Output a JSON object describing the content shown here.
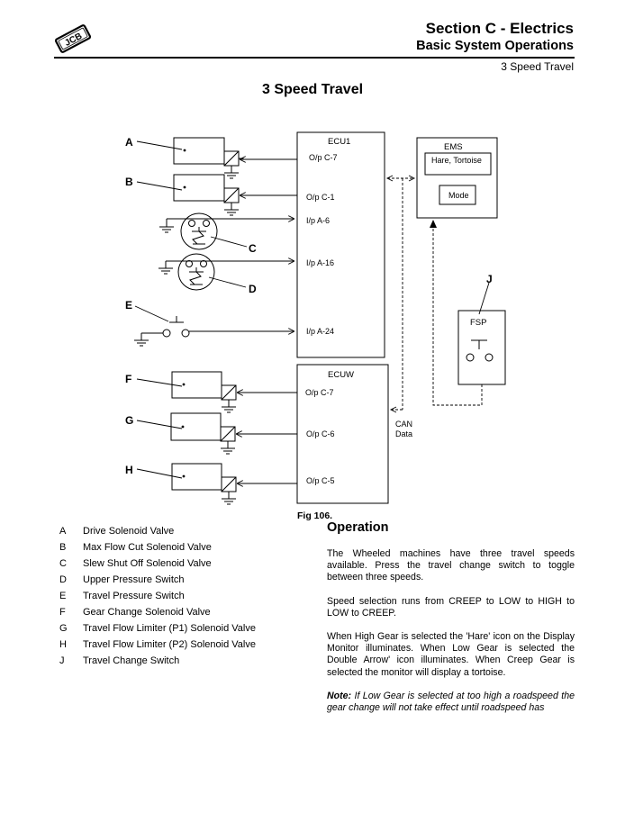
{
  "header": {
    "section": "Section C - Electrics",
    "subsection": "Basic System Operations",
    "topic": "3 Speed Travel",
    "logo_text": "JCB"
  },
  "page_title": "3 Speed Travel",
  "diagram": {
    "ecu1_label": "ECU1",
    "ecuw_label": "ECUW",
    "ems_label": "EMS",
    "ems_display": "Hare, Tortoise",
    "ems_mode": "Mode",
    "fsp_label": "FSP",
    "can_label_1": "CAN",
    "can_label_2": "Data",
    "ecu1_ports": [
      "O/p C-7",
      "O/p C-1",
      "I/p A-6",
      "I/p A-16",
      "I/p A-24"
    ],
    "ecuw_ports": [
      "O/p C-7",
      "O/p C-6",
      "O/p C-5"
    ],
    "callouts": [
      "A",
      "B",
      "C",
      "D",
      "E",
      "F",
      "G",
      "H",
      "J"
    ]
  },
  "figure_caption": "Fig 106.",
  "legend": [
    {
      "key": "A",
      "text": "Drive Solenoid Valve"
    },
    {
      "key": "B",
      "text": "Max Flow Cut Solenoid Valve"
    },
    {
      "key": "C",
      "text": "Slew Shut Off Solenoid Valve"
    },
    {
      "key": "D",
      "text": "Upper Pressure Switch"
    },
    {
      "key": "E",
      "text": "Travel Pressure Switch"
    },
    {
      "key": "F",
      "text": "Gear Change Solenoid Valve"
    },
    {
      "key": "G",
      "text": "Travel Flow Limiter (P1) Solenoid Valve"
    },
    {
      "key": "H",
      "text": "Travel Flow Limiter (P2) Solenoid Valve"
    },
    {
      "key": "J",
      "text": "Travel Change Switch"
    }
  ],
  "operation": {
    "heading": "Operation",
    "paragraphs": [
      "The Wheeled machines have three travel speeds available. Press the travel change switch to toggle between three speeds.",
      "Speed selection runs from CREEP to LOW to HIGH to LOW to CREEP.",
      "When High Gear is selected the 'Hare' icon on the Display Monitor illuminates. When Low Gear is selected the Double Arrow' icon illuminates. When Creep Gear is selected the monitor will display a tortoise."
    ],
    "note_label": "Note:",
    "note_text": " If Low Gear is selected at too high a roadspeed the gear change will not take effect until roadspeed has"
  }
}
